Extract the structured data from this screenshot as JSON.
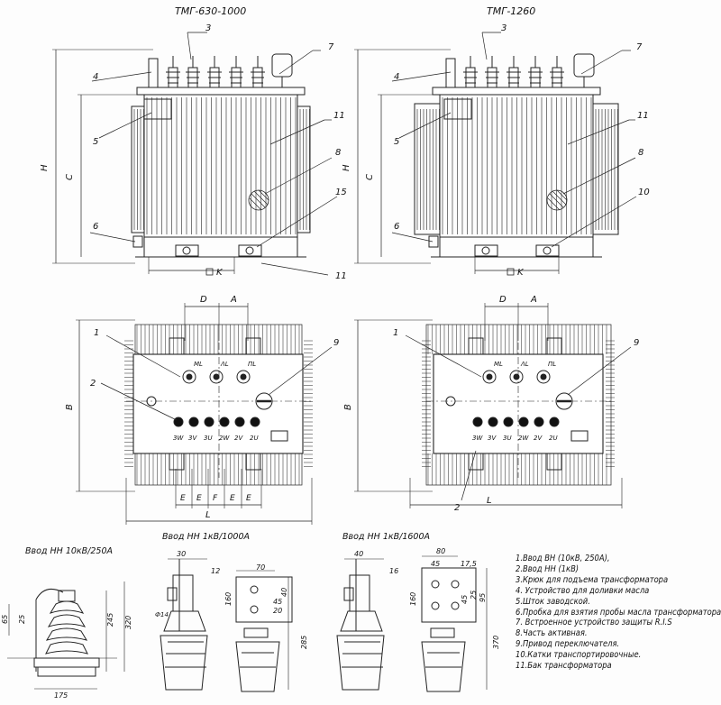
{
  "titles": {
    "left_view": "ТМГ-630-1000",
    "right_view": "ТМГ-1260",
    "bushing_hv": "Ввод НН 10кВ/250А",
    "bushing_lv1000": "Ввод НН 1кВ/1000А",
    "bushing_lv1600": "Ввод НН 1кВ/1600А"
  },
  "callouts_left": [
    "1",
    "2",
    "3",
    "4",
    "5",
    "6",
    "7",
    "8",
    "9",
    "11",
    "15",
    "11"
  ],
  "callouts_right": [
    "1",
    "2",
    "3",
    "4",
    "5",
    "6",
    "7",
    "8",
    "9",
    "10",
    "11"
  ],
  "dimensions": {
    "H": "H",
    "C": "C",
    "B": "B",
    "L": "L",
    "K": "K",
    "D": "D",
    "A": "A",
    "E": "E",
    "F": "F",
    "hv": [
      "65",
      "25",
      "245",
      "320",
      "175"
    ],
    "lv1000": [
      "30",
      "12",
      "70",
      "40",
      "45",
      "20",
      "160",
      "285",
      "Ф14"
    ],
    "lv1600": [
      "40",
      "16",
      "80",
      "45",
      "17,5",
      "45",
      "25",
      "160",
      "370",
      "95"
    ]
  },
  "terminals": {
    "hv_labels": [
      "ΜL",
      "ΛL",
      "ΠL"
    ],
    "lv_labels": [
      "3W",
      "3V",
      "3U",
      "2W",
      "2V",
      "2U"
    ]
  },
  "legend": [
    "1.Ввод ВН (10кВ, 250А),",
    "2.Ввод НН (1кВ)",
    "3.Крюк для подъема трансформатора",
    "4. Устройство для доливки масла",
    "5.Шток заводской.",
    "6.Пробка для взятия пробы масла трансформатора",
    "7. Встроенное устройство защиты R.I.S",
    "8.Часть активная.",
    "9.Привод переключателя.",
    "10.Катки транспортировочные.",
    "11.Бак трансформатора"
  ]
}
